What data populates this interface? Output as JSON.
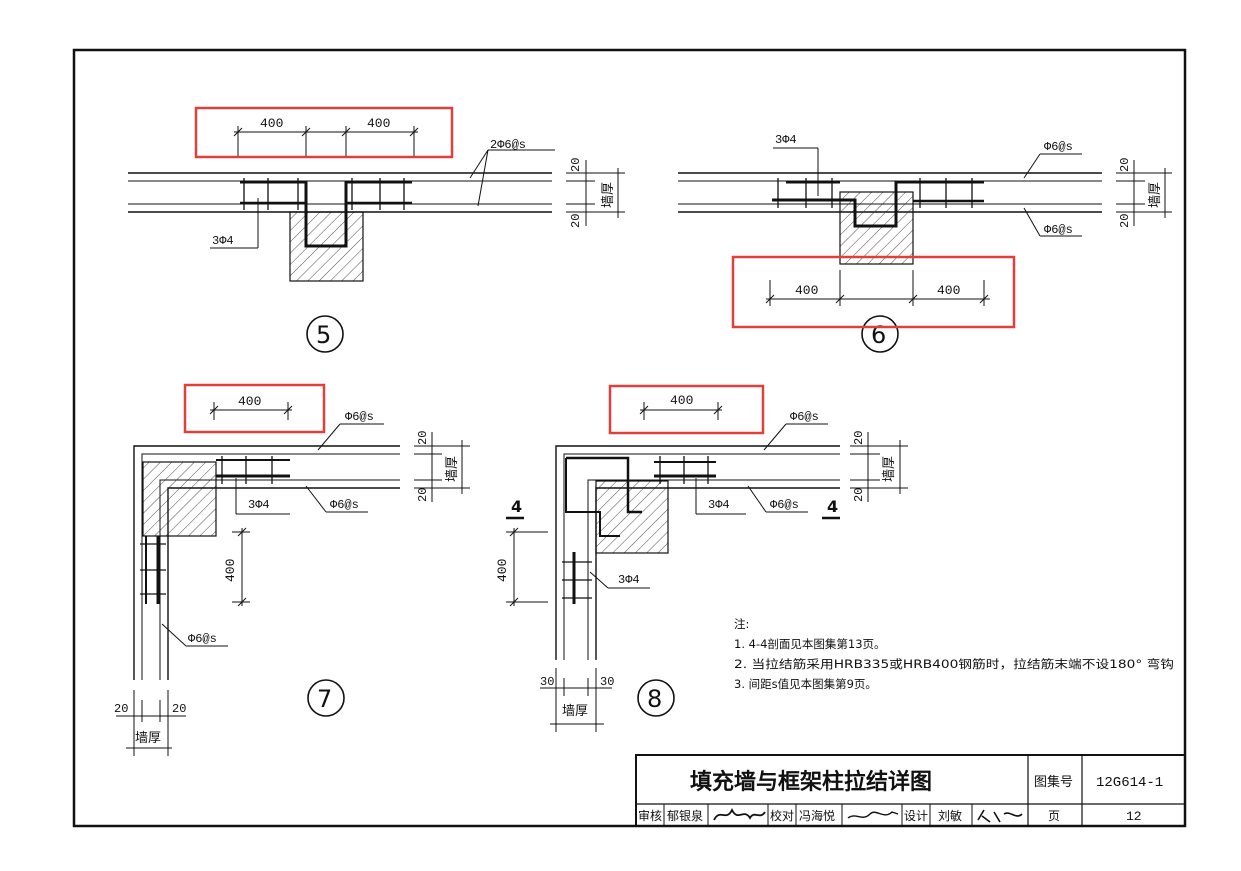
{
  "drawing": {
    "detail5": {
      "number": "5",
      "dim_left": "400",
      "dim_right": "400",
      "rebar_wall": "2Φ6@s",
      "rebar_short": "3Φ4",
      "thick_top": "20",
      "thick_bottom": "20",
      "wall_thickness": "墙厚"
    },
    "detail6": {
      "number": "6",
      "dim_left": "400",
      "dim_right": "400",
      "rebar_top": "Φ6@s",
      "rebar_bottom": "Φ6@s",
      "rebar_short": "3Φ4",
      "thick_top": "20",
      "thick_bottom": "20",
      "wall_thickness": "墙厚"
    },
    "detail7": {
      "number": "7",
      "dim_top": "400",
      "dim_vertical": "400",
      "rebar_top": "Φ6@s",
      "rebar_mid": "Φ6@s",
      "rebar_left": "Φ6@s",
      "rebar_short": "3Φ4",
      "thick_top": "20",
      "thick_bottom": "20",
      "bottom_left": "20",
      "bottom_right": "20",
      "wall_thickness": "墙厚"
    },
    "detail8": {
      "number": "8",
      "dim_top": "400",
      "dim_vertical": "400",
      "rebar_top": "Φ6@s",
      "rebar_mid": "Φ6@s",
      "rebar_short_top": "3Φ4",
      "rebar_short_left": "3Φ4",
      "thick_top": "20",
      "thick_bottom": "20",
      "bottom_left": "30",
      "bottom_right": "30",
      "wall_thickness": "墙厚",
      "section_left": "4",
      "section_right": "4"
    },
    "notes": {
      "heading": "注:",
      "items": [
        "1. 4-4剖面见本图集第13页。",
        "2. 当拉结筋采用HRB335或HRB400钢筋时，拉结筋末端不设180° 弯钩",
        "3. 间距s值见本图集第9页。"
      ]
    },
    "title_block": {
      "title": "填充墙与框架柱拉结详图",
      "atlas_label": "图集号",
      "atlas_number": "12G614-1",
      "review_label": "审核",
      "reviewer": "郁银泉",
      "check_label": "校对",
      "checker": "冯海悦",
      "design_label": "设计",
      "designer": "刘敏",
      "page_label": "页",
      "page_number": "12"
    },
    "highlight_color": "#e0403a"
  }
}
